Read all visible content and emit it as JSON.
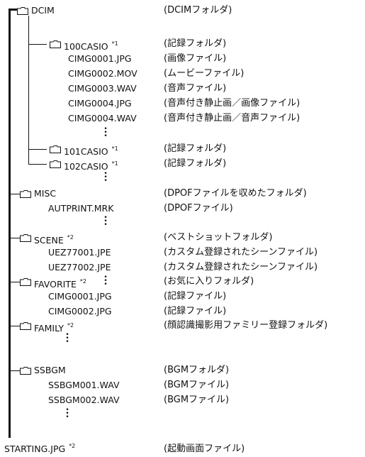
{
  "tree": {
    "dcim": {
      "name": "DCIM",
      "desc": "(DCIMフォルダ)"
    },
    "casio100": {
      "name": "100CASIO",
      "note": "*1",
      "desc": "(記録フォルダ)"
    },
    "files100": [
      {
        "name": "CIMG0001.JPG",
        "desc": "(画像ファイル)"
      },
      {
        "name": "CIMG0002.MOV",
        "desc": "(ムービーファイル)"
      },
      {
        "name": "CIMG0003.WAV",
        "desc": "(音声ファイル)"
      },
      {
        "name": "CIMG0004.JPG",
        "desc": "(音声付き静止画／画像ファイル)"
      },
      {
        "name": "CIMG0004.WAV",
        "desc": "(音声付き静止画／音声ファイル)"
      }
    ],
    "casio101": {
      "name": "101CASIO",
      "note": "*1",
      "desc": "(記録フォルダ)"
    },
    "casio102": {
      "name": "102CASIO",
      "note": "*1",
      "desc": "(記録フォルダ)"
    },
    "misc": {
      "name": "MISC",
      "desc": "(DPOFファイルを収めたフォルダ)"
    },
    "misc_files": [
      {
        "name": "AUTPRINT.MRK",
        "desc": "(DPOFファイル)"
      }
    ],
    "scene": {
      "name": "SCENE",
      "note": "*2",
      "desc": "(ベストショットフォルダ)"
    },
    "scene_files": [
      {
        "name": "UEZ77001.JPE",
        "desc": "(カスタム登録されたシーンファイル)"
      },
      {
        "name": "UEZ77002.JPE",
        "desc": "(カスタム登録されたシーンファイル)"
      }
    ],
    "favorite": {
      "name": "FAVORITE",
      "note": "*2",
      "desc": "(お気に入りフォルダ)"
    },
    "favorite_files": [
      {
        "name": "CIMG0001.JPG",
        "desc": "(記録ファイル)"
      },
      {
        "name": "CIMG0002.JPG",
        "desc": "(記録ファイル)"
      }
    ],
    "family": {
      "name": "FAMILY",
      "note": "*2",
      "desc": "(顔認識撮影用ファミリー登録フォルダ)"
    },
    "ssbgm": {
      "name": "SSBGM",
      "desc": "(BGMフォルダ)"
    },
    "ssbgm_files": [
      {
        "name": "SSBGM001.WAV",
        "desc": "(BGMファイル)"
      },
      {
        "name": "SSBGM002.WAV",
        "desc": "(BGMファイル)"
      }
    ],
    "starting": {
      "name": "STARTING.JPG",
      "note": "*2",
      "desc": "(起動画面ファイル)"
    }
  }
}
